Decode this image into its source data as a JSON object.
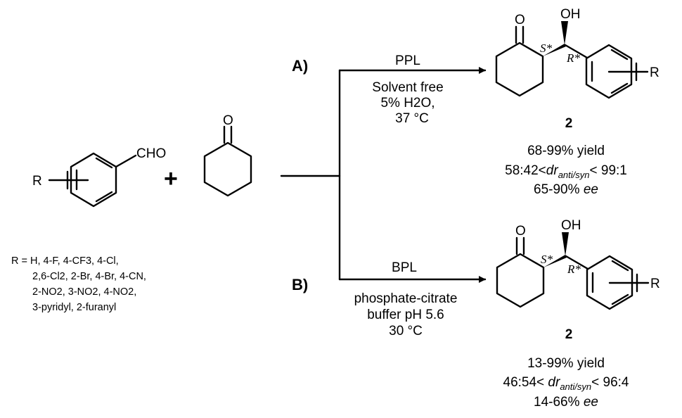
{
  "reactants": {
    "aldehyde_group": "CHO",
    "substituent": "R",
    "plus": "+",
    "ketone_oxygen": "O",
    "r_definition": [
      "R = H, 4-F, 4-CF3, 4-Cl,",
      "2,6-Cl2, 2-Br, 4-Br, 4-CN,",
      "2-NO2, 3-NO2, 4-NO2,",
      "3-pyridyl, 2-furanyl"
    ]
  },
  "route_a": {
    "label": "A)",
    "enzyme": "PPL",
    "conditions": [
      "Solvent free",
      "5% H2O,",
      "37 °C"
    ],
    "product": {
      "oxygen": "O",
      "hydroxyl": "OH",
      "stereo_1": "S*",
      "stereo_2": "R*",
      "substituent": "R",
      "compound_number": "2"
    },
    "results": {
      "yield": "68-99% yield",
      "dr_prefix": "58:42<",
      "dr_symbol": "dr",
      "dr_subscript": "anti/syn",
      "dr_suffix": "< 99:1",
      "ee_value": "65-90% ",
      "ee_unit": "ee"
    }
  },
  "route_b": {
    "label": "B)",
    "enzyme": "BPL",
    "conditions": [
      "phosphate-citrate",
      "buffer pH 5.6",
      "30 °C"
    ],
    "product": {
      "oxygen": "O",
      "hydroxyl": "OH",
      "stereo_1": "S*",
      "stereo_2": "R*",
      "substituent": "R",
      "compound_number": "2"
    },
    "results": {
      "yield": "13-99% yield",
      "dr_prefix": "46:54< ",
      "dr_symbol": "dr",
      "dr_subscript": "anti/syn",
      "dr_suffix": "< 96:4",
      "ee_value": "14-66% ",
      "ee_unit": "ee"
    }
  }
}
